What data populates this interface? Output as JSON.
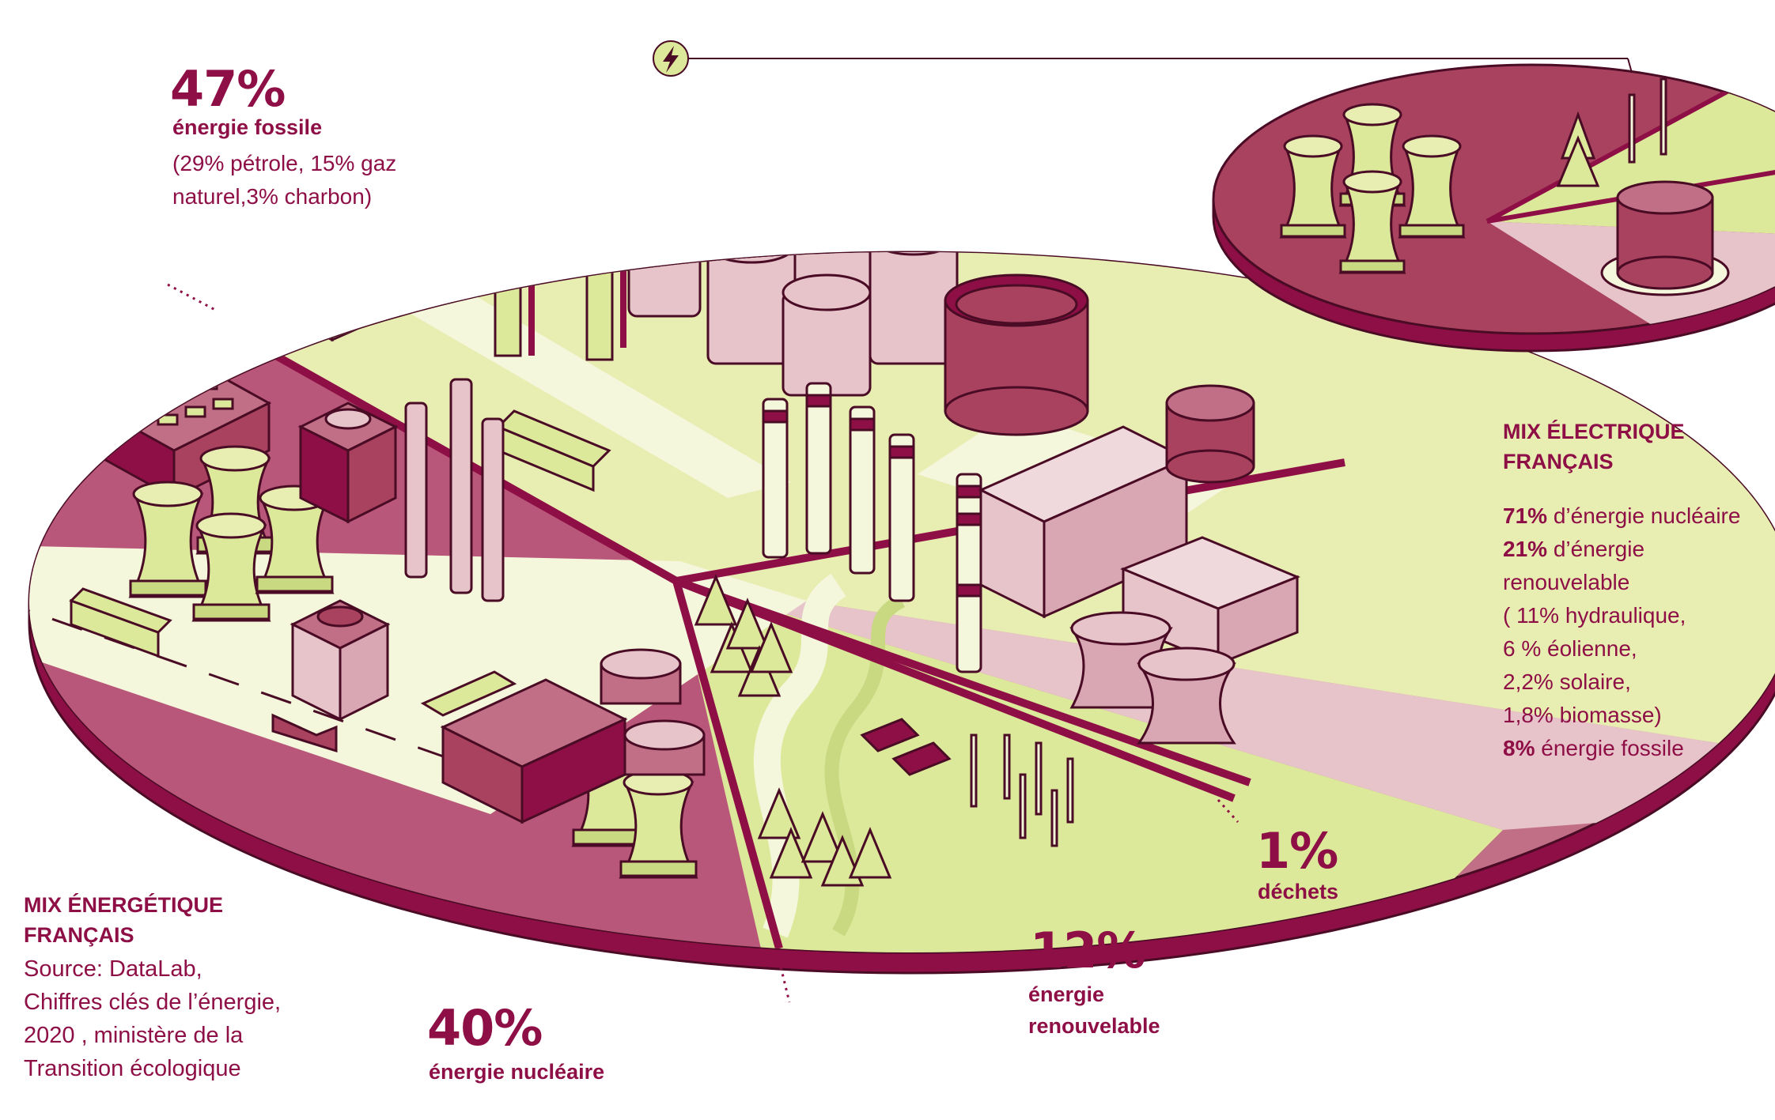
{
  "colors": {
    "dark": "#8e0f46",
    "wine": "#a9425f",
    "mauve": "#c06f86",
    "pink": "#e7c3ca",
    "lime": "#dde99a",
    "cream": "#f4f7dc"
  },
  "fossil": {
    "pct": "47%",
    "label": "énergie fossile",
    "detail_1": "(29% pétrole, 15% gaz",
    "detail_2": "naturel,3% charbon)"
  },
  "nuclear": {
    "pct": "40%",
    "label": "énergie nucléaire"
  },
  "renewable": {
    "pct": "12%",
    "label_1": "énergie",
    "label_2": "renouvelable"
  },
  "waste": {
    "pct": "1%",
    "label": "déchets"
  },
  "energy_mix": {
    "title_1": "MIX ÉNERGÉTIQUE",
    "title_2": "FRANÇAIS",
    "source_1": "Source: DataLab,",
    "source_2": "Chiffres clés de l’énergie,",
    "source_3": "2020 , ministère de la",
    "source_4": "Transition écologique"
  },
  "electric_mix": {
    "title_1": "MIX ÉLECTRIQUE",
    "title_2": "FRANÇAIS",
    "nuclear_pct": "71%",
    "nuclear_text": "d’énergie nucléaire",
    "renew_pct": "21%",
    "renew_text": "d’énergie",
    "renew_text_2": "renouvelable",
    "hydro": "( 11% hydraulique,",
    "wind": "6 % éolienne,",
    "solar": "2,2% solaire,",
    "biomass": "1,8% biomasse)",
    "fossil_pct": "8%",
    "fossil_text": "énergie fossile"
  },
  "icons": {
    "connector": "lightning-bolt-icon"
  }
}
